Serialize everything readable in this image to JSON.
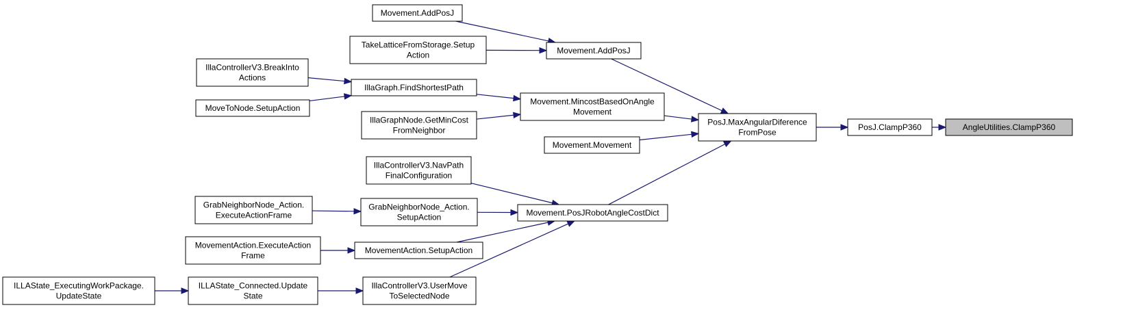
{
  "colors": {
    "edge": "#191970",
    "node_border": "#000000",
    "root_fill": "#bfbfbf",
    "node_fill": "#ffffff"
  },
  "nodes": [
    {
      "id": "angle_clamp",
      "lines": [
        "AngleUtilities.ClampP360"
      ],
      "root": true
    },
    {
      "id": "posj_clamp",
      "lines": [
        "PosJ.ClampP360"
      ]
    },
    {
      "id": "maxang",
      "lines": [
        "PosJ.MaxAngularDiference",
        "FromPose"
      ]
    },
    {
      "id": "addposj_r",
      "lines": [
        "Movement.AddPosJ"
      ]
    },
    {
      "id": "addposj_l",
      "lines": [
        "Movement.AddPosJ"
      ]
    },
    {
      "id": "takelattice",
      "lines": [
        "TakeLatticeFromStorage.Setup",
        "Action"
      ]
    },
    {
      "id": "mincost",
      "lines": [
        "Movement.MincostBasedOnAngle",
        "Movement"
      ]
    },
    {
      "id": "findshortest",
      "lines": [
        "IllaGraph.FindShortestPath"
      ]
    },
    {
      "id": "getmincost",
      "lines": [
        "IllaGraphNode.GetMinCost",
        "FromNeighbor"
      ]
    },
    {
      "id": "breakinto",
      "lines": [
        "IllaControllerV3.BreakInto",
        "Actions"
      ]
    },
    {
      "id": "movetonode",
      "lines": [
        "MoveToNode.SetupAction"
      ]
    },
    {
      "id": "movement",
      "lines": [
        "Movement.Movement"
      ]
    },
    {
      "id": "posjdict",
      "lines": [
        "Movement.PosJRobotAngleCostDict"
      ]
    },
    {
      "id": "navpath",
      "lines": [
        "IllaControllerV3.NavPath",
        "FinalConfiguration"
      ]
    },
    {
      "id": "grab_setup",
      "lines": [
        "GrabNeighborNode_Action.",
        "SetupAction"
      ]
    },
    {
      "id": "grab_exec",
      "lines": [
        "GrabNeighborNode_Action.",
        "ExecuteActionFrame"
      ]
    },
    {
      "id": "moveact_setup",
      "lines": [
        "MovementAction.SetupAction"
      ]
    },
    {
      "id": "moveact_exec",
      "lines": [
        "MovementAction.ExecuteAction",
        "Frame"
      ]
    },
    {
      "id": "usermove",
      "lines": [
        "IllaControllerV3.UserMove",
        "ToSelectedNode"
      ]
    },
    {
      "id": "connected",
      "lines": [
        "ILLAState_Connected.Update",
        "State"
      ]
    },
    {
      "id": "executing",
      "lines": [
        "ILLAState_ExecutingWorkPackage.",
        "UpdateState"
      ]
    }
  ],
  "edges": [
    [
      "posj_clamp",
      "angle_clamp"
    ],
    [
      "maxang",
      "posj_clamp"
    ],
    [
      "addposj_r",
      "maxang"
    ],
    [
      "mincost",
      "maxang"
    ],
    [
      "movement",
      "maxang"
    ],
    [
      "posjdict",
      "maxang"
    ],
    [
      "addposj_l",
      "addposj_r"
    ],
    [
      "takelattice",
      "addposj_r"
    ],
    [
      "findshortest",
      "mincost"
    ],
    [
      "getmincost",
      "mincost"
    ],
    [
      "breakinto",
      "findshortest"
    ],
    [
      "movetonode",
      "findshortest"
    ],
    [
      "navpath",
      "posjdict"
    ],
    [
      "grab_setup",
      "posjdict"
    ],
    [
      "moveact_setup",
      "posjdict"
    ],
    [
      "usermove",
      "posjdict"
    ],
    [
      "grab_exec",
      "grab_setup"
    ],
    [
      "moveact_exec",
      "moveact_setup"
    ],
    [
      "connected",
      "usermove"
    ],
    [
      "executing",
      "connected"
    ]
  ]
}
